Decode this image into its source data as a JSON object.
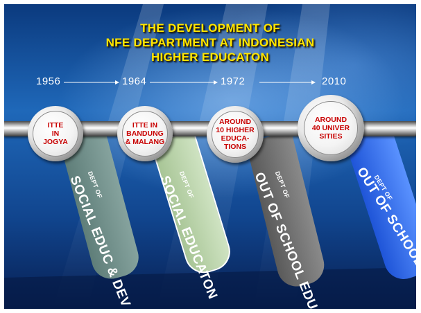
{
  "title": {
    "line1": "THE DEVELOPMENT OF",
    "line2": "NFE DEPARTMENT  AT INDONESIAN",
    "line3": "HIGHER EDUCATON"
  },
  "timeline": {
    "years": [
      "1956",
      "1964",
      "1972",
      "2010"
    ]
  },
  "milestones": [
    {
      "circle_text": "ITTE\nIN\nJOGYA",
      "band_small": "DEPT OF",
      "band_big": "SOCIAL EDUC & DEV",
      "band_color": "#6f8f8a"
    },
    {
      "circle_text": "ITTE IN\nBANDUNG\n& MALANG",
      "band_small": "DEPT OF",
      "band_big": "SOCIAL EDUCATON",
      "band_color": "#b7d2a3"
    },
    {
      "circle_text": "AROUND\n10 HIGHER\nEDUCA-\nTIONS",
      "band_small": "DEPT OF",
      "band_big": "OUT OF SCHOOL EDUC",
      "band_color": "#6e6e6e"
    },
    {
      "circle_text": "AROUND\n40 UNIVER\nSITIES",
      "band_small": "DEPT OF",
      "band_big": "OUT OF SCHOOL EDUC",
      "band_color": "#2f6df0"
    }
  ],
  "colors": {
    "title": "#ffe600",
    "circle_text": "#c80000"
  }
}
